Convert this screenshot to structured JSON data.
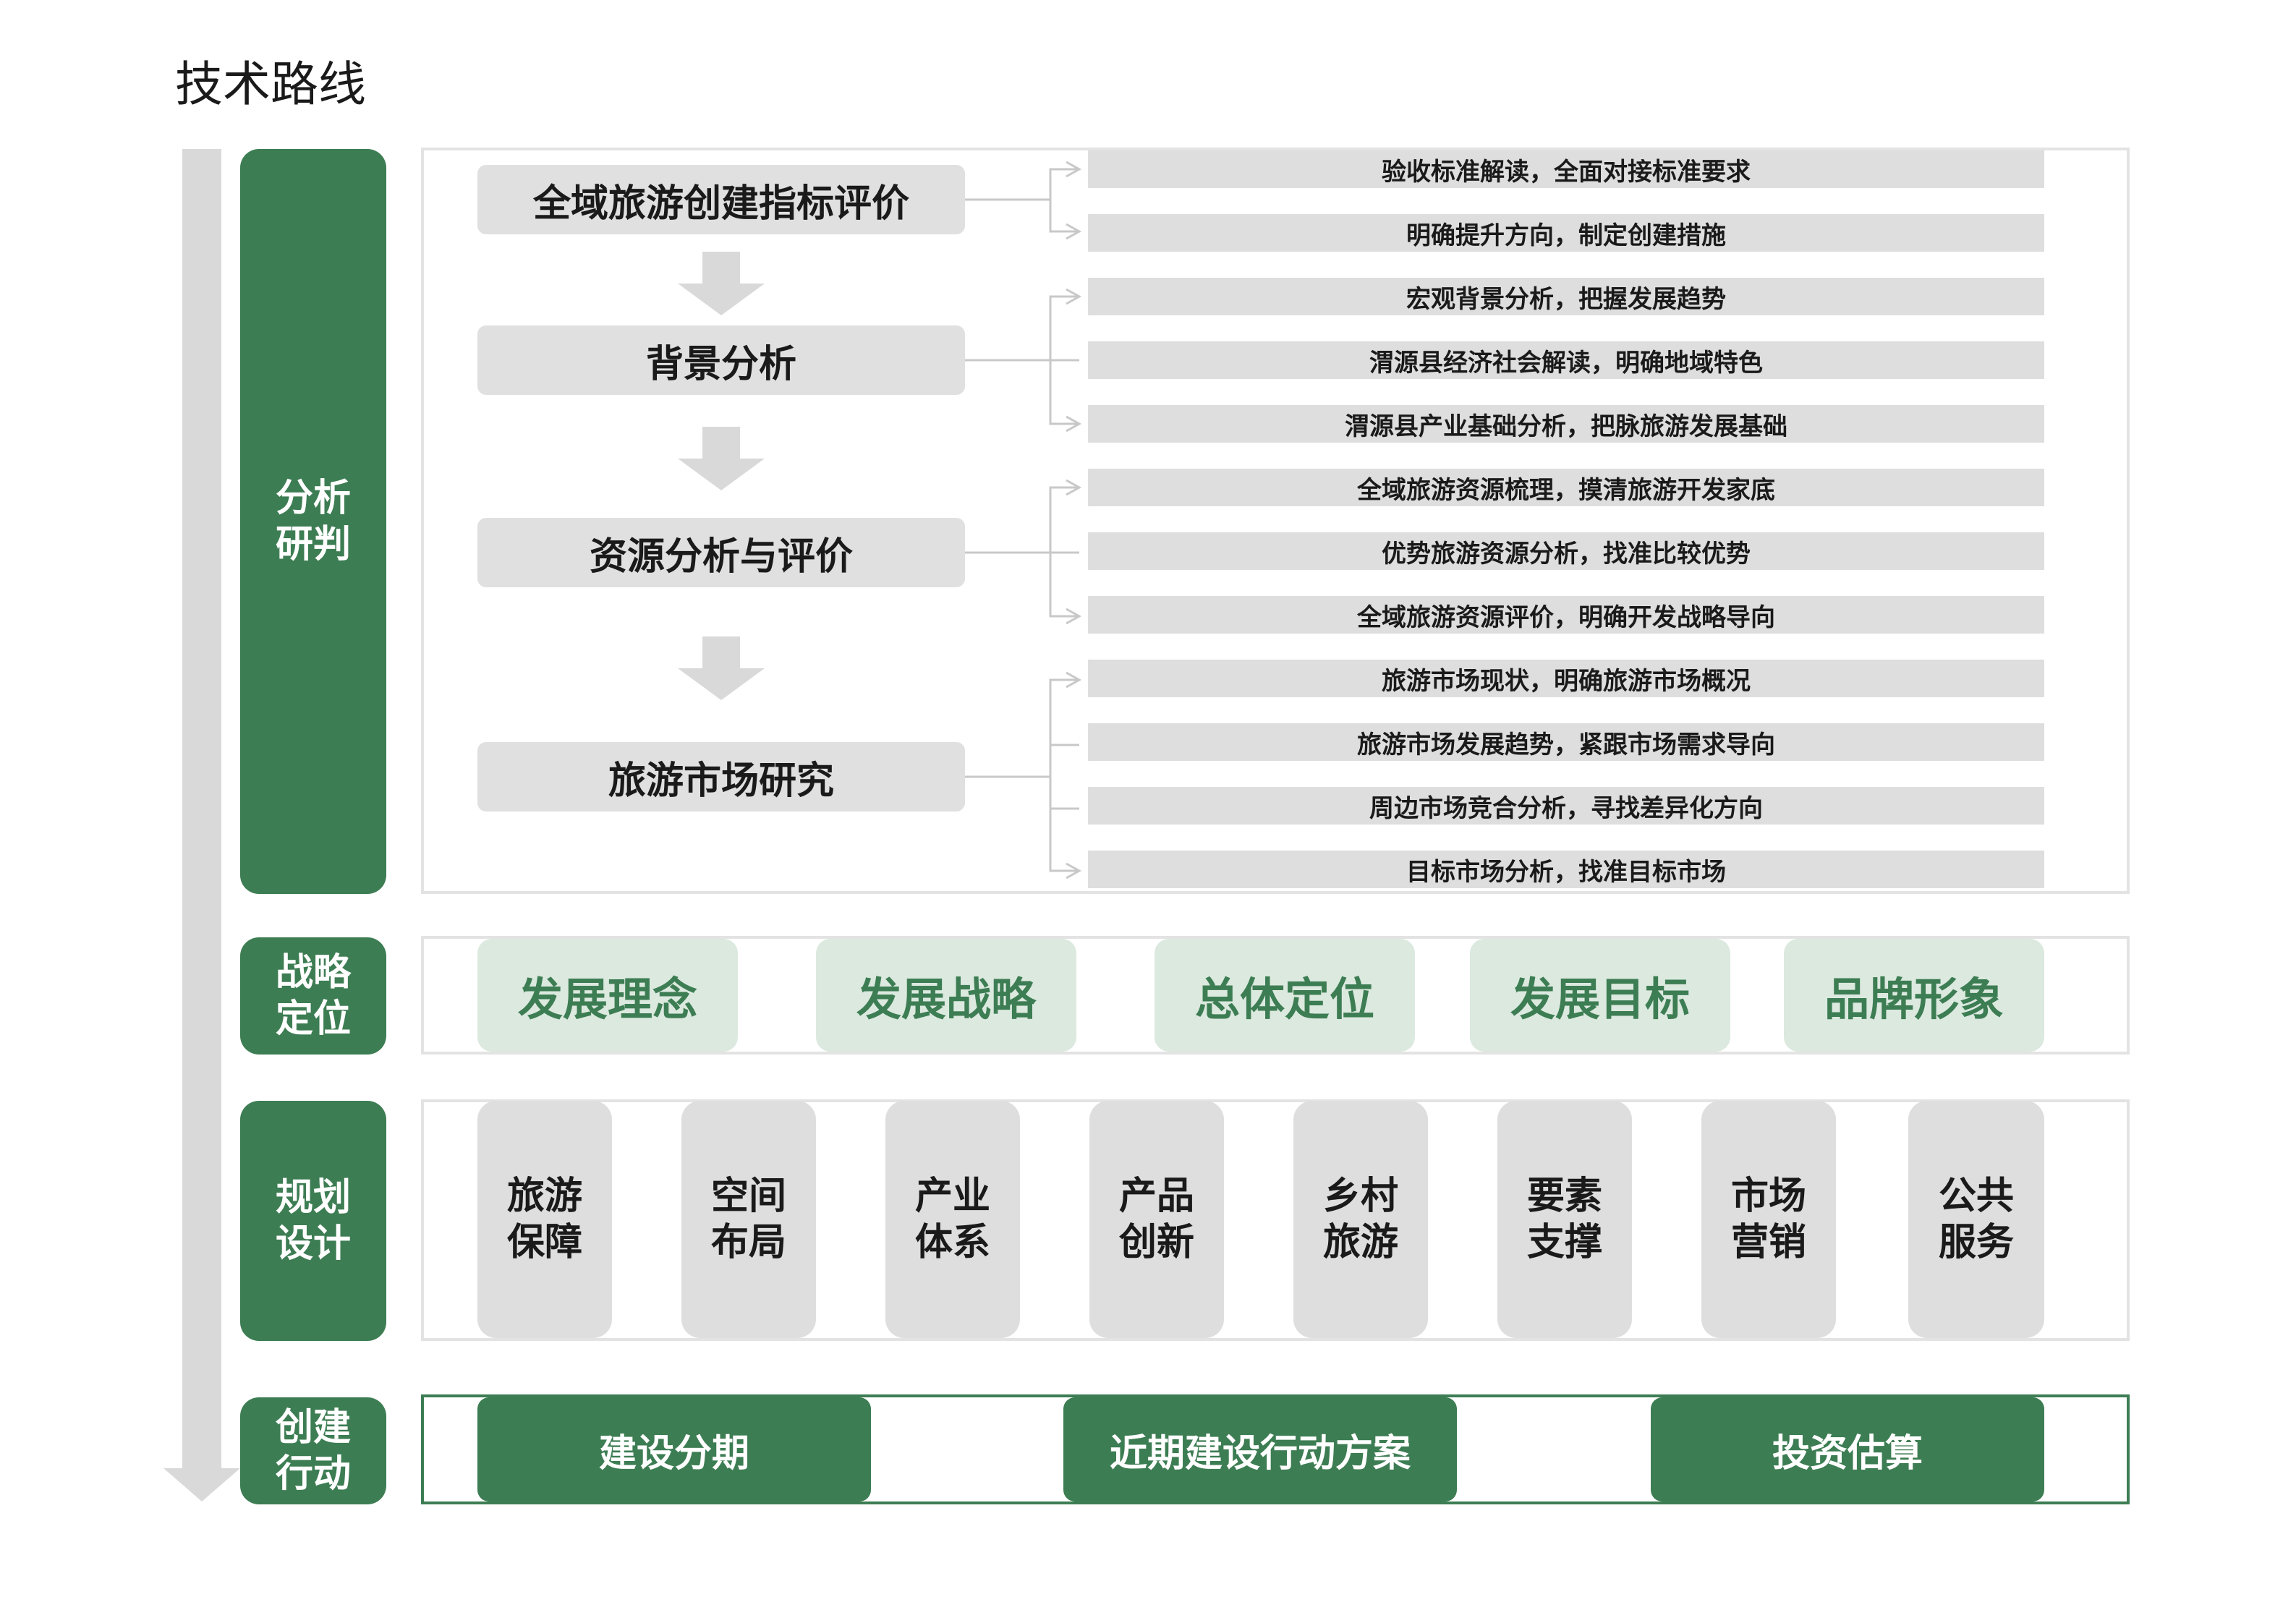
{
  "title": "技术路线",
  "phases": [
    {
      "label": "分析\n研判"
    },
    {
      "label": "战略\n定位"
    },
    {
      "label": "规划\n设计"
    },
    {
      "label": "创建\n行动"
    }
  ],
  "analysis": {
    "steps": [
      "全域旅游创建指标评价",
      "背景分析",
      "资源分析与评价",
      "旅游市场研究"
    ],
    "items": [
      "验收标准解读，全面对接标准要求",
      "明确提升方向，制定创建措施",
      "宏观背景分析，把握发展趋势",
      "渭源县经济社会解读，明确地域特色",
      "渭源县产业基础分析，把脉旅游发展基础",
      "全域旅游资源梳理，摸清旅游开发家底",
      "优势旅游资源分析，找准比较优势",
      "全域旅游资源评价，明确开发战略导向",
      "旅游市场现状，明确旅游市场概况",
      "旅游市场发展趋势，紧跟市场需求导向",
      "周边市场竞合分析，寻找差异化方向",
      "目标市场分析，找准目标市场"
    ]
  },
  "positioning": [
    "发展理念",
    "发展战略",
    "总体定位",
    "发展目标",
    "品牌形象"
  ],
  "planning": [
    "旅游\n保障",
    "空间\n布局",
    "产业\n体系",
    "产品\n创新",
    "乡村\n旅游",
    "要素\n支撑",
    "市场\n营销",
    "公共\n服务"
  ],
  "actions": [
    "建设分期",
    "近期建设行动方案",
    "投资估算"
  ],
  "colors": {
    "green": "#3d7d53",
    "light_green": "#dbe9df",
    "gray": "#dedede",
    "frame": "#e3e3e3"
  }
}
